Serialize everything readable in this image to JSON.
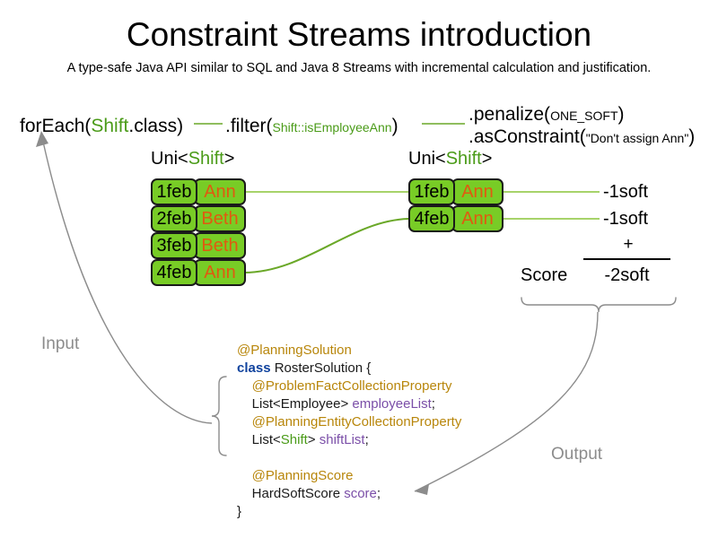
{
  "header": {
    "title": "Constraint Streams introduction",
    "subtitle": "A type-safe Java API similar to SQL and Java 8 Streams with incremental calculation and justification."
  },
  "pipeline": {
    "for_each": {
      "prefix": "forEach(",
      "type": "Shift",
      "suffix": ".class)"
    },
    "filter": {
      "prefix": ".filter(",
      "arg": "Shift::isEmployeeAnn",
      "suffix": ")"
    },
    "penalize": {
      "prefix": ".penalize(",
      "arg": "ONE_SOFT",
      "suffix": ")"
    },
    "as_constraint": {
      "prefix": ".asConstraint(",
      "arg": "\"Don't assign Ann\"",
      "suffix": ")"
    }
  },
  "streams": {
    "left": {
      "label_prefix": "Uni<",
      "label_type": "Shift",
      "label_suffix": ">",
      "rows": [
        {
          "date": "1feb",
          "employee": "Ann"
        },
        {
          "date": "2feb",
          "employee": "Beth"
        },
        {
          "date": "3feb",
          "employee": "Beth"
        },
        {
          "date": "4feb",
          "employee": "Ann"
        }
      ]
    },
    "right": {
      "label_prefix": "Uni<",
      "label_type": "Shift",
      "label_suffix": ">",
      "rows": [
        {
          "date": "1feb",
          "employee": "Ann",
          "score": "-1soft"
        },
        {
          "date": "4feb",
          "employee": "Ann",
          "score": "-1soft"
        }
      ]
    }
  },
  "score_summary": {
    "operator": "+",
    "label": "Score",
    "total": "-2soft"
  },
  "io": {
    "input": "Input",
    "output": "Output"
  },
  "code": {
    "lines": [
      {
        "indent": 0,
        "parts": [
          {
            "text": "@PlanningSolution",
            "style": "ann"
          }
        ]
      },
      {
        "indent": 0,
        "parts": [
          {
            "text": "class",
            "style": "kw"
          },
          {
            "text": " RosterSolution {",
            "style": "pln"
          }
        ]
      },
      {
        "indent": 1,
        "parts": [
          {
            "text": "@ProblemFactCollectionProperty",
            "style": "ann"
          }
        ]
      },
      {
        "indent": 1,
        "parts": [
          {
            "text": "List<Employee> ",
            "style": "pln"
          },
          {
            "text": "employeeList",
            "style": "fld"
          },
          {
            "text": ";",
            "style": "pln"
          }
        ]
      },
      {
        "indent": 1,
        "parts": [
          {
            "text": "@PlanningEntityCollectionProperty",
            "style": "ann"
          }
        ]
      },
      {
        "indent": 1,
        "parts": [
          {
            "text": "List<",
            "style": "pln"
          },
          {
            "text": "Shift",
            "style": "grn"
          },
          {
            "text": "> ",
            "style": "pln"
          },
          {
            "text": "shiftList",
            "style": "fld"
          },
          {
            "text": ";",
            "style": "pln"
          }
        ]
      },
      {
        "indent": 0,
        "parts": []
      },
      {
        "indent": 1,
        "parts": [
          {
            "text": "@PlanningScore",
            "style": "ann"
          }
        ]
      },
      {
        "indent": 1,
        "parts": [
          {
            "text": "HardSoftScore ",
            "style": "pln"
          },
          {
            "text": "score",
            "style": "fld"
          },
          {
            "text": ";",
            "style": "pln"
          }
        ]
      },
      {
        "indent": 0,
        "parts": [
          {
            "text": "}",
            "style": "pln"
          }
        ]
      }
    ]
  },
  "colors": {
    "shift_box_fill": "#78cc26",
    "shift_box_border": "#1a1a1a",
    "employee_text": "#e05a10",
    "stream_line": "#6aa828",
    "type_green": "#4a9b18",
    "annotation": "#b8860b",
    "keyword": "#10439e",
    "field": "#7b4fa8",
    "io_gray": "#8c8c8c"
  }
}
